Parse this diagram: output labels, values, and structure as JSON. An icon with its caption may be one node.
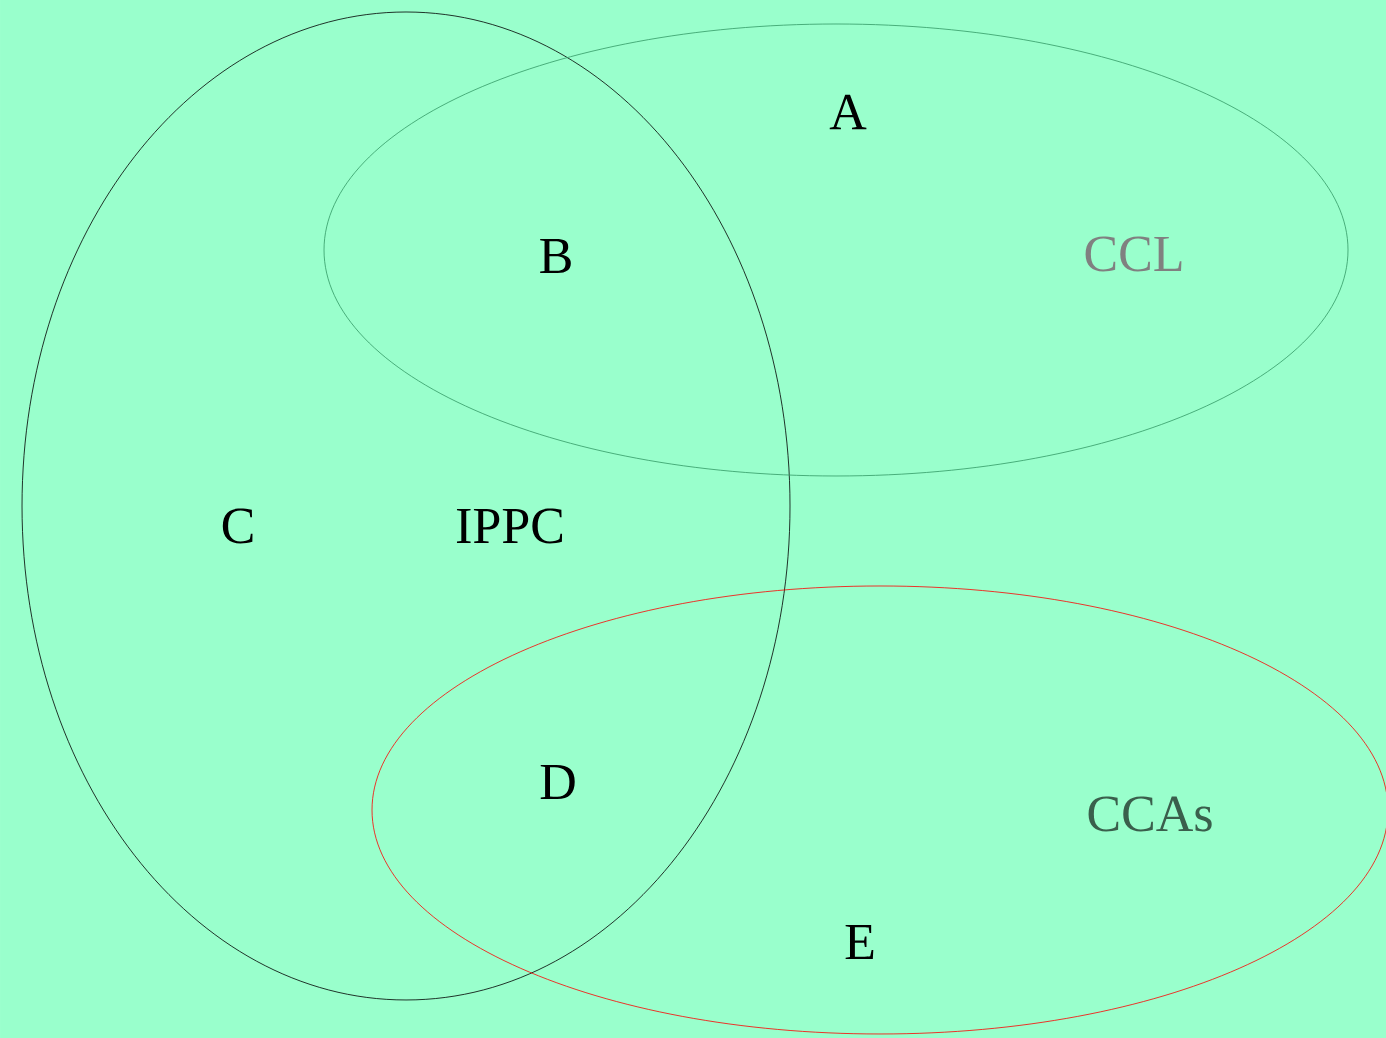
{
  "diagram": {
    "nodes": [
      {
        "text": [
          "IPPC"
        ]
      },
      {
        "text": [
          "CCL"
        ]
      },
      {
        "text": [
          "CCAs"
        ]
      }
    ],
    "labels": [
      "A",
      "B",
      "C",
      "D",
      "E"
    ]
  }
}
